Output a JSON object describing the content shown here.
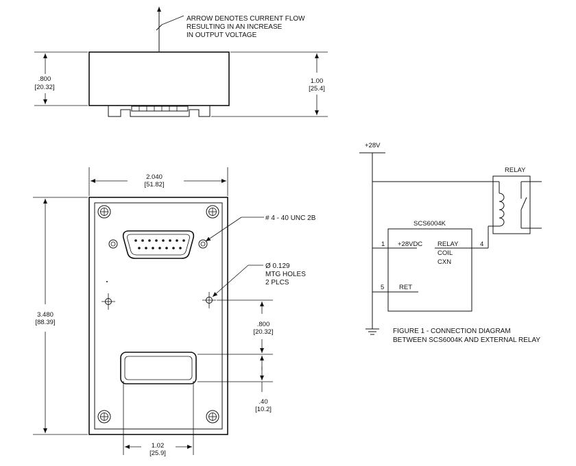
{
  "top_view": {
    "note_line1": "ARROW DENOTES CURRENT FLOW",
    "note_line2": "RESULTING IN AN INCREASE",
    "note_line3": "IN OUTPUT VOLTAGE",
    "height_in": ".800",
    "height_mm": "[20.32]",
    "overall_in": "1.00",
    "overall_mm": "[25.4]"
  },
  "front_view": {
    "width_in": "2.040",
    "width_mm": "[51.82]",
    "height_in": "3.480",
    "height_mm": "[88.39]",
    "thread_note": "# 4 - 40 UNC 2B",
    "holes_line1": "Ø 0.129",
    "holes_line2": "MTG HOLES",
    "holes_line3": "2 PLCS",
    "spacing_in": ".800",
    "spacing_mm": "[20.32]",
    "slot_in": ".40",
    "slot_mm": "[10.2]",
    "slot_offset_in": "1.02",
    "slot_offset_mm": "[25.9]"
  },
  "schematic": {
    "supply": "+28V",
    "relay_label": "RELAY",
    "module_name": "SCS6004K",
    "pin1": "1",
    "pin1_label": "+28VDC",
    "pin4": "4",
    "relay_coil_1": "RELAY",
    "relay_coil_2": "COIL",
    "relay_coil_3": "CXN",
    "pin5": "5",
    "pin5_label": "RET",
    "caption_line1": "FIGURE 1 - CONNECTION DIAGRAM",
    "caption_line2": "BETWEEN SCS6004K AND EXTERNAL RELAY"
  }
}
